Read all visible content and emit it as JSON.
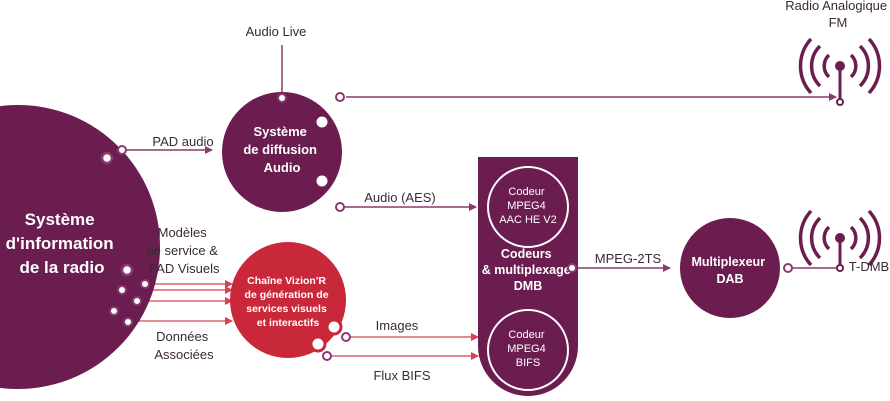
{
  "colors": {
    "purple": "#6b1d4f",
    "red": "#c8283a",
    "link": "#8a3a6c",
    "red_link": "#d8414f",
    "text": "#3a2a36"
  },
  "nodes": {
    "systeme_info": [
      "Système",
      "d'information",
      "de la radio"
    ],
    "diffusion": [
      "Système",
      "de diffusion",
      "Audio"
    ],
    "vizion": [
      "Chaîne Vizion'R",
      "de génération de",
      "services visuels",
      "et interactifs"
    ],
    "codeurs": [
      "Codeurs",
      "& multiplexage",
      "DMB"
    ],
    "coder_aac": [
      "Codeur",
      "MPEG4",
      "AAC HE V2"
    ],
    "coder_bifs": [
      "Codeur",
      "MPEG4",
      "BIFS"
    ],
    "multiplexeur": [
      "Multiplexeur",
      "DAB"
    ]
  },
  "labels": {
    "audio_live": "Audio Live",
    "radio_fm": [
      "Radio Analogique",
      "FM"
    ],
    "pad_audio": "PAD audio",
    "modeles": [
      "Modèles",
      "de service &",
      "PAD Visuels"
    ],
    "donnees": [
      "Données",
      "Associées"
    ],
    "audio_aes": "Audio (AES)",
    "mpeg2ts": "MPEG-2TS",
    "t_dmb": "T-DMB",
    "images": "Images",
    "flux_bifs": "Flux BIFS"
  },
  "icons": [
    "radio-antenna-icon"
  ]
}
